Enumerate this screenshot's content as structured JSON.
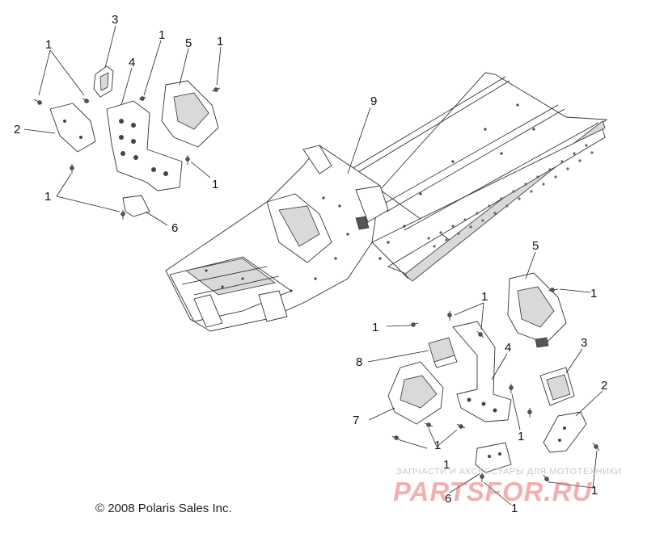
{
  "callouts": [
    {
      "label": "1"
    },
    {
      "label": "3"
    },
    {
      "label": "1"
    },
    {
      "label": "5"
    },
    {
      "label": "1"
    },
    {
      "label": "4"
    },
    {
      "label": "2"
    },
    {
      "label": "9"
    },
    {
      "label": "1"
    },
    {
      "label": "1"
    },
    {
      "label": "6"
    },
    {
      "label": "5"
    },
    {
      "label": "1"
    },
    {
      "label": "1"
    },
    {
      "label": "1"
    },
    {
      "label": "4"
    },
    {
      "label": "3"
    },
    {
      "label": "8"
    },
    {
      "label": "2"
    },
    {
      "label": "7"
    },
    {
      "label": "1"
    },
    {
      "label": "1"
    },
    {
      "label": "1"
    },
    {
      "label": "6"
    },
    {
      "label": "1"
    },
    {
      "label": "1"
    }
  ],
  "copyright": "© 2008 Polaris Sales Inc.",
  "watermark": {
    "tagline": "ЗАПЧАСТИ И АКСЕССУАРЫ ДЛЯ МОТОТЕХНИКИ",
    "brand": "PARTSFOR.RU"
  }
}
